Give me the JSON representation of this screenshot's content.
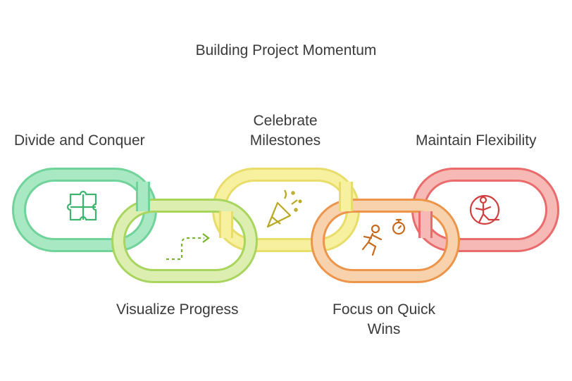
{
  "title": "Building Project Momentum",
  "steps": [
    {
      "label": "Divide and Conquer",
      "icon": "puzzle-icon",
      "color": "#5cc98a"
    },
    {
      "label": "Visualize Progress",
      "icon": "dashed-arrow-icon",
      "color": "#9ccc4e"
    },
    {
      "label": "Celebrate Milestones",
      "icon": "party-popper-icon",
      "color": "#e6d84f"
    },
    {
      "label": "Focus on Quick Wins",
      "icon": "runner-stopwatch-icon",
      "color": "#e88a3a"
    },
    {
      "label": "Maintain Flexibility",
      "icon": "flexible-person-icon",
      "color": "#e35a5a"
    }
  ]
}
